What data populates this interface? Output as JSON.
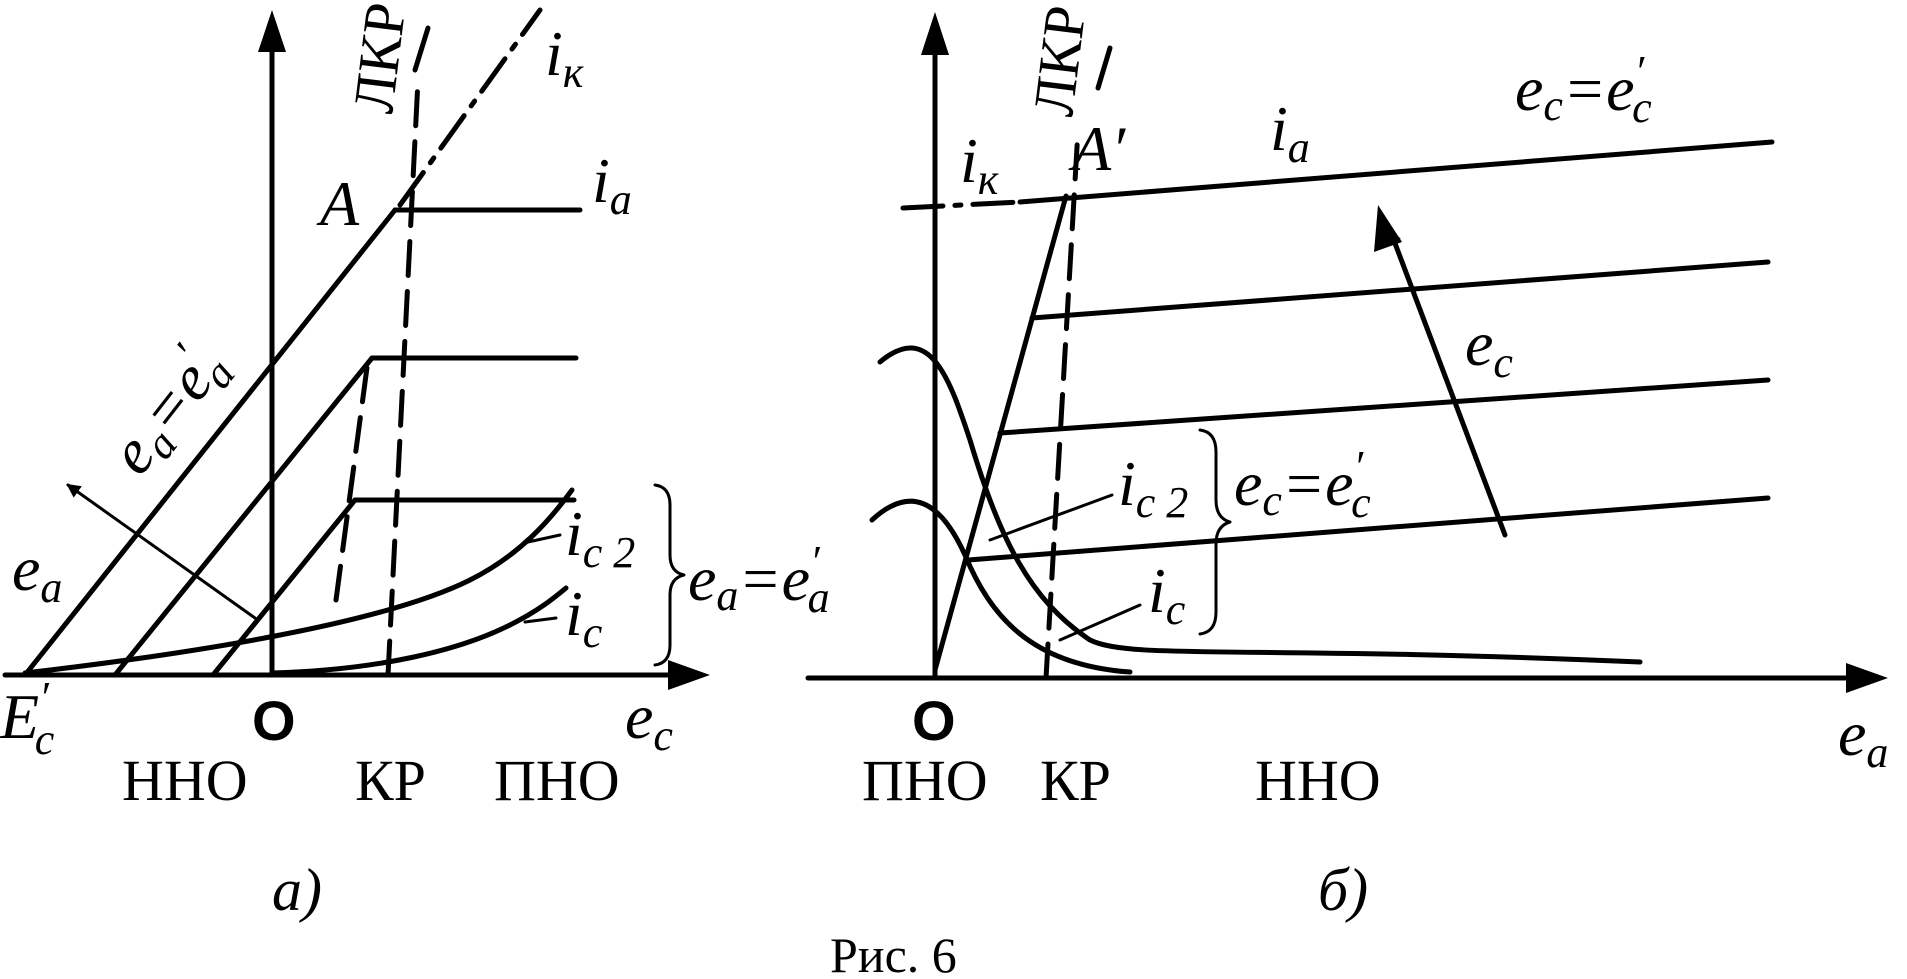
{
  "figure": {
    "caption": "Рис. 6",
    "panel_a": {
      "label": "а)",
      "origin": "O",
      "x_axis": {
        "main": "e",
        "sub": "c"
      },
      "left_point": {
        "main": "E",
        "prime": "′",
        "sub": "c"
      },
      "point_A": "A",
      "line_lkr": "ЛКР",
      "i_k": {
        "main": "i",
        "sub": "к"
      },
      "i_a": {
        "main": "i",
        "sub": "a"
      },
      "e_a": {
        "main": "e",
        "sub": "a"
      },
      "e_a_eq": {
        "lhs": "e",
        "lhs_sub": "a",
        "eq": "=",
        "rhs": "e",
        "rhs_prime": "′",
        "rhs_sub": "a"
      },
      "i_c2": {
        "main": "i",
        "sub": "c 2"
      },
      "i_c": {
        "main": "i",
        "sub": "c"
      },
      "brace_label": {
        "lhs": "e",
        "lhs_sub": "a",
        "eq": "=",
        "rhs": "e",
        "rhs_prime": "′",
        "rhs_sub": "a"
      },
      "regions": [
        "ННО",
        "КР",
        "ПНО"
      ]
    },
    "panel_b": {
      "label": "б)",
      "origin": "O",
      "x_axis": {
        "main": "e",
        "sub": "a"
      },
      "point_A": "A′",
      "line_lkr": "ЛКР",
      "i_k": {
        "main": "i",
        "sub": "к"
      },
      "i_a": {
        "main": "i",
        "sub": "a"
      },
      "top_label": {
        "lhs": "e",
        "lhs_sub": "c",
        "eq": "=",
        "rhs": "e",
        "rhs_prime": "′",
        "rhs_sub": "c"
      },
      "e_c": {
        "main": "e",
        "sub": "c"
      },
      "i_c2": {
        "main": "i",
        "sub": "c 2"
      },
      "i_c": {
        "main": "i",
        "sub": "c"
      },
      "brace_label": {
        "lhs": "e",
        "lhs_sub": "c",
        "eq": "=",
        "rhs": "e",
        "rhs_prime": "′",
        "rhs_sub": "c"
      },
      "regions": [
        "ПНО",
        "КР",
        "ННО"
      ]
    }
  }
}
